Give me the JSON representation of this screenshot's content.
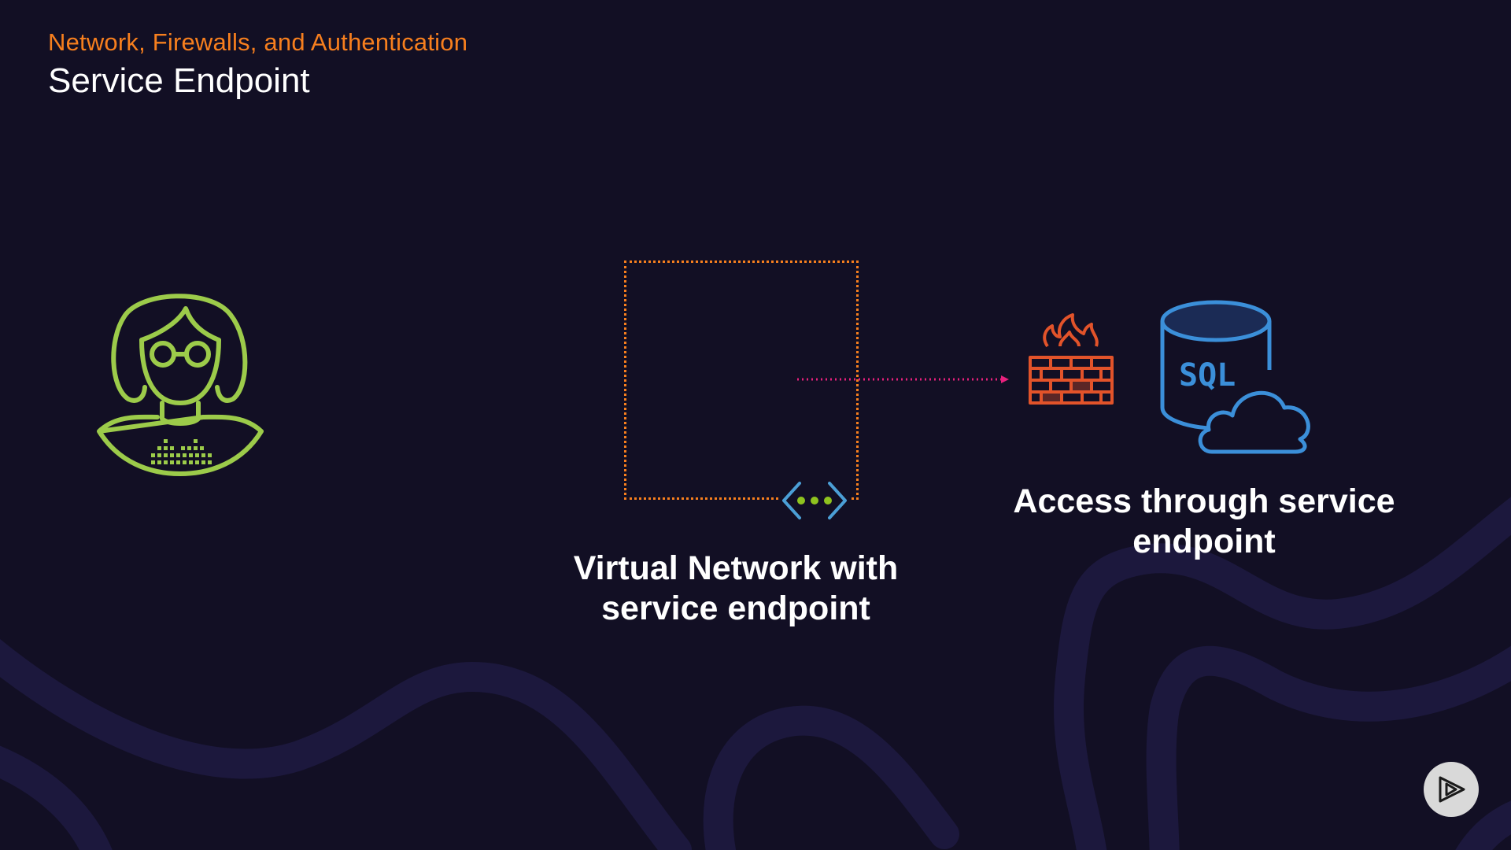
{
  "header": {
    "subtitle": "Network, Firewalls, and Authentication",
    "title": "Service Endpoint"
  },
  "diagram": {
    "vnet_label_line1": "Virtual Network with",
    "vnet_label_line2": "service endpoint",
    "access_label_line1": "Access through service",
    "access_label_line2": "endpoint",
    "sql_text": "SQL"
  },
  "icons": {
    "person": "person-icon",
    "endpoint": "service-endpoint-icon",
    "firewall": "firewall-icon",
    "sql": "sql-database-cloud-icon",
    "play": "play-logo-icon"
  },
  "colors": {
    "background": "#120f24",
    "accent_orange": "#f77f1e",
    "person_green": "#9ccb4a",
    "arrow_pink": "#e8207d",
    "sql_blue": "#3b8fd9",
    "firewall_red": "#e2532a",
    "endpoint_blue": "#4b9fd6",
    "endpoint_green": "#8fc31f",
    "swirl": "#1d1940"
  }
}
